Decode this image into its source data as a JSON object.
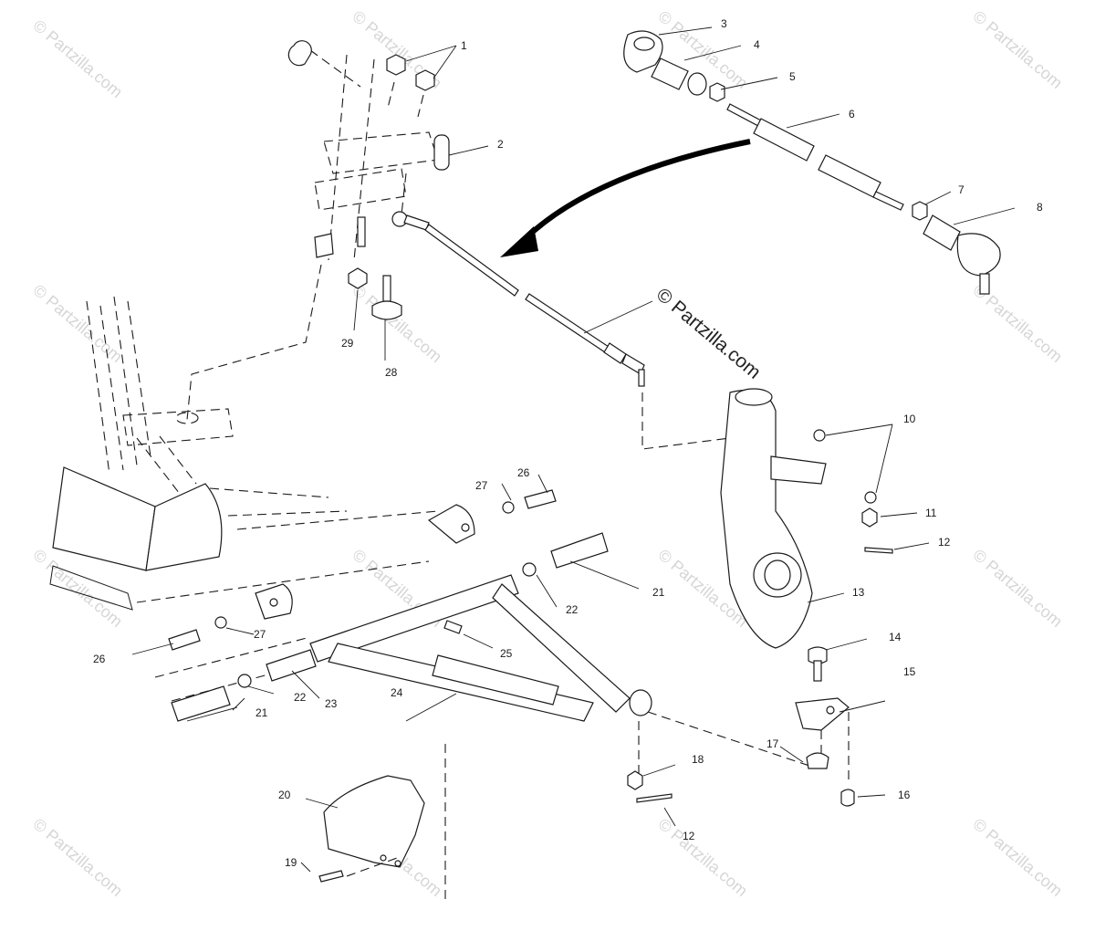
{
  "diagram": {
    "callouts": [
      {
        "id": "c1",
        "label": "1"
      },
      {
        "id": "c2",
        "label": "2"
      },
      {
        "id": "c3",
        "label": "3"
      },
      {
        "id": "c4",
        "label": "4"
      },
      {
        "id": "c5",
        "label": "5"
      },
      {
        "id": "c6",
        "label": "6"
      },
      {
        "id": "c7",
        "label": "7"
      },
      {
        "id": "c8",
        "label": "8"
      },
      {
        "id": "c10",
        "label": "10"
      },
      {
        "id": "c11",
        "label": "11"
      },
      {
        "id": "c12a",
        "label": "12"
      },
      {
        "id": "c12b",
        "label": "12"
      },
      {
        "id": "c13",
        "label": "13"
      },
      {
        "id": "c14",
        "label": "14"
      },
      {
        "id": "c15",
        "label": "15"
      },
      {
        "id": "c16",
        "label": "16"
      },
      {
        "id": "c17",
        "label": "17"
      },
      {
        "id": "c18",
        "label": "18"
      },
      {
        "id": "c19",
        "label": "19"
      },
      {
        "id": "c20",
        "label": "20"
      },
      {
        "id": "c21a",
        "label": "21"
      },
      {
        "id": "c21b",
        "label": "21"
      },
      {
        "id": "c22a",
        "label": "22"
      },
      {
        "id": "c22b",
        "label": "22"
      },
      {
        "id": "c23",
        "label": "23"
      },
      {
        "id": "c24",
        "label": "24"
      },
      {
        "id": "c25",
        "label": "25"
      },
      {
        "id": "c26a",
        "label": "26"
      },
      {
        "id": "c26b",
        "label": "26"
      },
      {
        "id": "c27a",
        "label": "27"
      },
      {
        "id": "c27b",
        "label": "27"
      },
      {
        "id": "c28",
        "label": "28"
      },
      {
        "id": "c29",
        "label": "29"
      }
    ],
    "watermark_center": "© Partzilla.com",
    "watermark_tile": "© Partzilla.com"
  }
}
